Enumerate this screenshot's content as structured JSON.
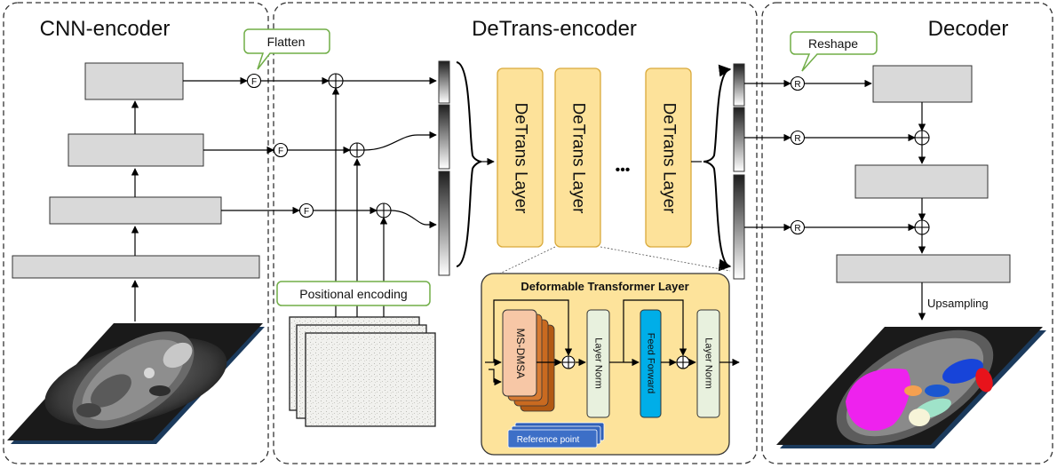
{
  "panels": {
    "cnn": {
      "title": "CNN-encoder"
    },
    "detrans": {
      "title": "DeTrans-encoder"
    },
    "decoder": {
      "title": "Decoder"
    }
  },
  "callouts": {
    "flatten": "Flatten",
    "reshape": "Reshape",
    "positional_encoding": "Positional encoding"
  },
  "symbols": {
    "flatten_op": "F",
    "reshape_op": "R",
    "ellipsis": "•••"
  },
  "detrans_layers": [
    "DeTrans Layer",
    "DeTrans Layer",
    "DeTrans Layer"
  ],
  "deformable_block": {
    "title": "Deformable Transformer Layer",
    "msdmsa": "MS-DMSA",
    "layer_norm_1": "Layer Norm",
    "feed_forward": "Feed Forward",
    "layer_norm_2": "Layer Norm",
    "reference_point": "Reference point"
  },
  "decoder": {
    "upsampling": "Upsampling"
  },
  "colors": {
    "layer_fill": "#fde29a",
    "layer_stroke": "#d9a93a",
    "block_fill": "#fde39b",
    "msdmsa_fill": "#f7c7a6",
    "msdmsa_shadow1": "#d77a32",
    "msdmsa_shadow2": "#b25a14",
    "layernorm_fill": "#e8f1de",
    "feedforward_fill": "#00aee8",
    "refpoint_fill": "#3d6fc7",
    "callout_stroke": "#70ad47",
    "gray_box": "#d9d9d9",
    "organ_magenta": "#ee22ee",
    "organ_blue": "#1744d9",
    "organ_red": "#e8131b",
    "organ_mint": "#9fe3c9",
    "organ_orange": "#f5a050"
  }
}
